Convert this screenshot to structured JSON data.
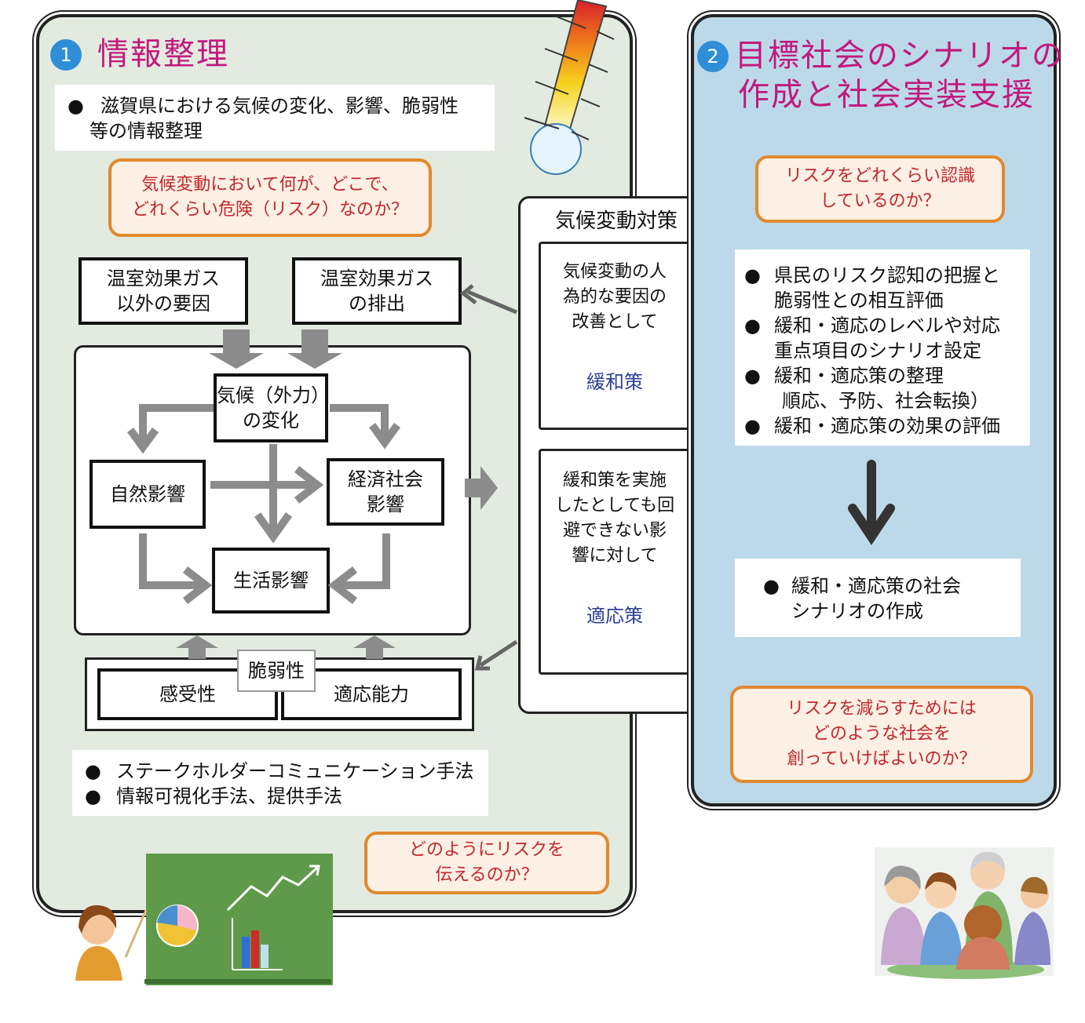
{
  "left_panel": {
    "number": "1",
    "title": "情報整理",
    "intro_bullet": [
      "滋賀県における気候の変化、影響、脆弱性",
      "等の情報整理"
    ],
    "question_top": [
      "気候変動において何が、どこで、",
      "どれくらい危険（リスク）なのか？"
    ],
    "ghg_other": [
      "温室効果ガス",
      "以外の要因"
    ],
    "ghg_emission": [
      "温室効果ガス",
      "の排出"
    ],
    "climate_change": [
      "気候（外力）",
      "の変化"
    ],
    "natural_impact": "自然影響",
    "socioeconomic_impact": [
      "経済社会",
      "影響"
    ],
    "life_impact": "生活影響",
    "vulnerability": "脆弱性",
    "sensitivity": "感受性",
    "adaptive_capacity": "適応能力",
    "method_bullets": [
      "ステークホルダーコミュニケーション手法",
      "情報可視化手法、提供手法"
    ],
    "question_bottom": [
      "どのようにリスクを",
      "伝えるのか？"
    ]
  },
  "middle_panel": {
    "title": "気候変動対策",
    "mitigation_text": [
      "気候変動の人",
      "為的な要因の",
      "改善として"
    ],
    "mitigation_label": "緩和策",
    "adaptation_text": [
      "緩和策を実施",
      "したとしても回",
      "避できない影",
      "響に対して"
    ],
    "adaptation_label": "適応策"
  },
  "right_panel": {
    "number": "2",
    "title_line1": "目標社会のシナリオの",
    "title_line2": "作成と社会実装支援",
    "question_top": [
      "リスクをどれくらい認識",
      "しているのか？"
    ],
    "bullets": [
      [
        "県民のリスク認知の把握と",
        "脆弱性との相互評価"
      ],
      [
        "緩和・適応のレベルや対応",
        "重点項目のシナリオ設定"
      ],
      [
        "緩和・適応策の整理",
        "順応、予防、社会転換）"
      ],
      [
        "緩和・適応策の効果の評価"
      ]
    ],
    "result_bullet": [
      "緩和・適応策の社会",
      "シナリオの作成"
    ],
    "question_bottom": [
      "リスクを減らすためには",
      "どのような社会を",
      "創っていけばよいのか？"
    ]
  },
  "colors": {
    "left_bg": "#e3ebe1",
    "right_bg": "#bcd9ea",
    "title": "#c2197d",
    "number_badge": "#2f8ed8",
    "question_border": "#e08a2e",
    "question_text": "#c1272d",
    "measure_label": "#2b3f93",
    "arrow": "#8c8c8c",
    "board": "#5e9a4a"
  },
  "icons": [
    "thermometer-icon",
    "teacher-at-chalkboard-icon",
    "group-of-people-icon"
  ]
}
